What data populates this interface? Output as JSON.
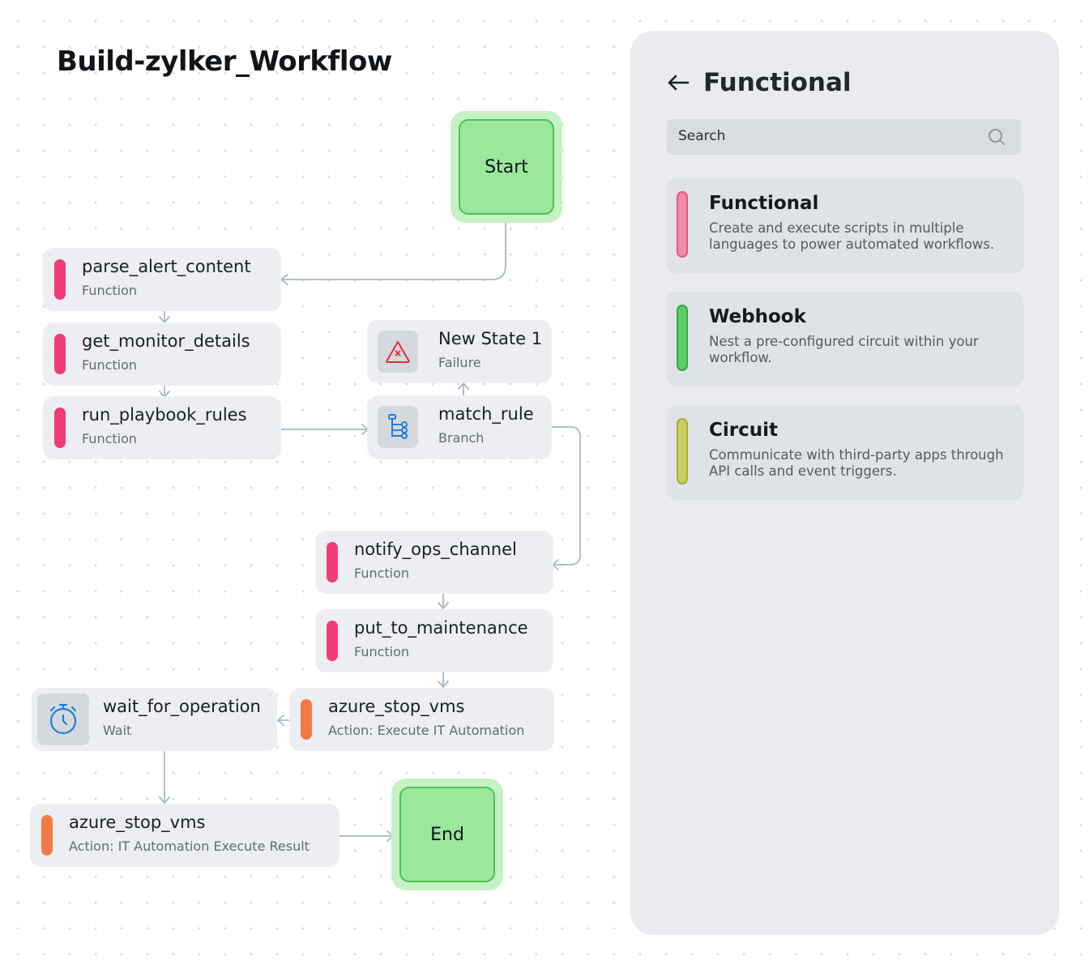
{
  "workflow": {
    "title": "Build-zylker_Workflow",
    "start_label": "Start",
    "end_label": "End",
    "nodes": [
      {
        "name": "parse_alert_content",
        "type": "Function"
      },
      {
        "name": "get_monitor_details",
        "type": "Function"
      },
      {
        "name": "run_playbook_rules",
        "type": "Function"
      },
      {
        "name": "New State 1",
        "type": "Failure"
      },
      {
        "name": "match_rule",
        "type": "Branch"
      },
      {
        "name": "notify_ops_channel",
        "type": "Function"
      },
      {
        "name": "put_to_maintenance",
        "type": "Function"
      },
      {
        "name": "azure_stop_vms",
        "type": "Action: Execute IT Automation"
      },
      {
        "name": "wait_for_operation",
        "type": "Wait"
      },
      {
        "name": "azure_stop_vms",
        "type": "Action: IT Automation Execute Result"
      }
    ]
  },
  "panel": {
    "title": "Functional",
    "search_placeholder": "Search",
    "cards": [
      {
        "title": "Functional",
        "description": "Create and execute scripts in multiple languages to power automated workflows.",
        "color": "#f08aa8"
      },
      {
        "title": "Webhook",
        "description": "Nest a pre-configured circuit within your workflow.",
        "color": "#5ccc6a"
      },
      {
        "title": "Circuit",
        "description": "Communicate with third-party apps through API calls and event triggers.",
        "color": "#c9cf5e"
      }
    ]
  },
  "colors": {
    "function_bar": "#f23c78",
    "action_bar": "#f47a45",
    "start_end_fill": "#9be89d",
    "connector": "#a8b8c8"
  }
}
